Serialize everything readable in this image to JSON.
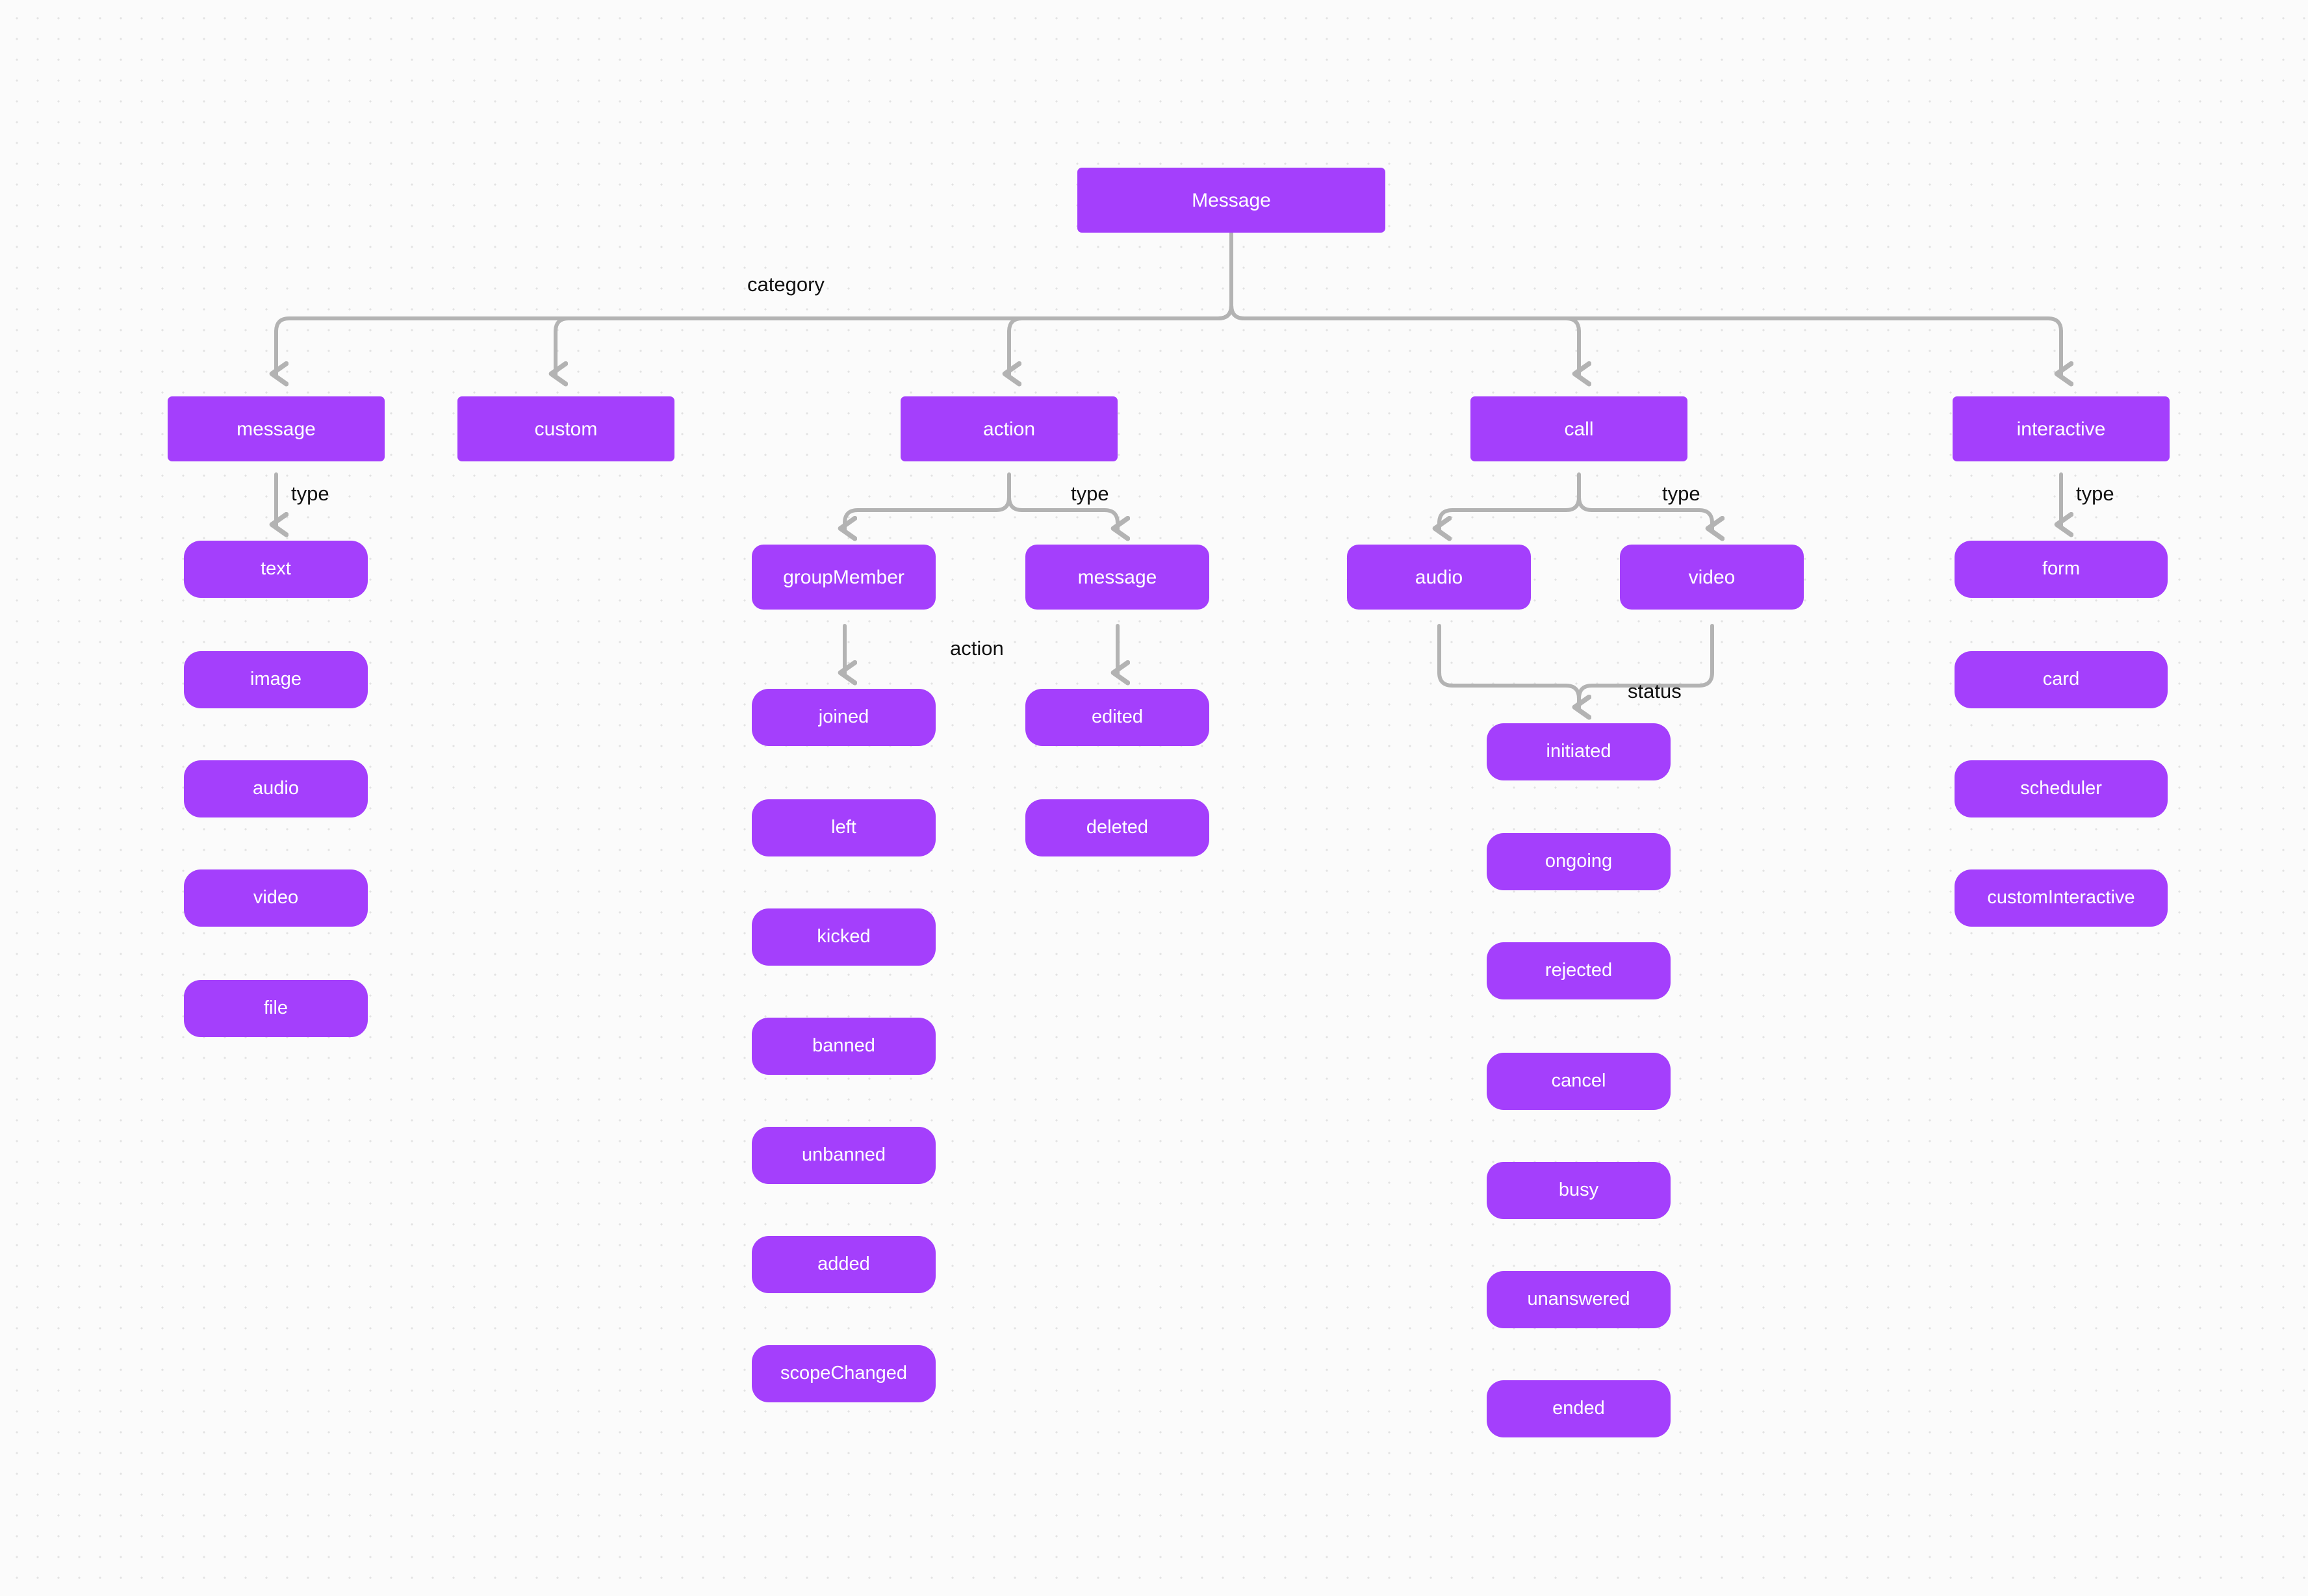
{
  "diagram": {
    "title": "Message",
    "theme": {
      "node_fill": "#a43ffc",
      "node_text": "#ffffff",
      "edge_stroke": "#b3b3b3",
      "label_text": "#111111",
      "background": "#fbfbfb",
      "dot_grid": "#e2e2e2"
    },
    "root": {
      "label": "Message"
    },
    "edge_labels": {
      "category": "category",
      "type_message": "type",
      "type_action": "type",
      "type_call": "type",
      "type_interactive": "type",
      "action": "action",
      "status": "status"
    },
    "categories": [
      {
        "id": "message",
        "label": "message",
        "edge_label": "type",
        "children": [
          {
            "label": "text"
          },
          {
            "label": "image"
          },
          {
            "label": "audio"
          },
          {
            "label": "video"
          },
          {
            "label": "file"
          }
        ]
      },
      {
        "id": "custom",
        "label": "custom",
        "edge_label": "",
        "children": []
      },
      {
        "id": "action",
        "label": "action",
        "edge_label": "type",
        "subtypes": [
          {
            "label": "groupMember",
            "edge_label": "action",
            "children": [
              {
                "label": "joined"
              },
              {
                "label": "left"
              },
              {
                "label": "kicked"
              },
              {
                "label": "banned"
              },
              {
                "label": "unbanned"
              },
              {
                "label": "added"
              },
              {
                "label": "scopeChanged"
              }
            ]
          },
          {
            "label": "message",
            "edge_label": "",
            "children": [
              {
                "label": "edited"
              },
              {
                "label": "deleted"
              }
            ]
          }
        ]
      },
      {
        "id": "call",
        "label": "call",
        "edge_label": "type",
        "subtypes": [
          {
            "label": "audio",
            "edge_label": ""
          },
          {
            "label": "video",
            "edge_label": ""
          }
        ],
        "status_edge_label": "status",
        "statuses": [
          {
            "label": "initiated"
          },
          {
            "label": "ongoing"
          },
          {
            "label": "rejected"
          },
          {
            "label": "cancel"
          },
          {
            "label": "busy"
          },
          {
            "label": "unanswered"
          },
          {
            "label": "ended"
          }
        ]
      },
      {
        "id": "interactive",
        "label": "interactive",
        "edge_label": "type",
        "children": [
          {
            "label": "form"
          },
          {
            "label": "card"
          },
          {
            "label": "scheduler"
          },
          {
            "label": "customInteractive"
          }
        ]
      }
    ]
  }
}
